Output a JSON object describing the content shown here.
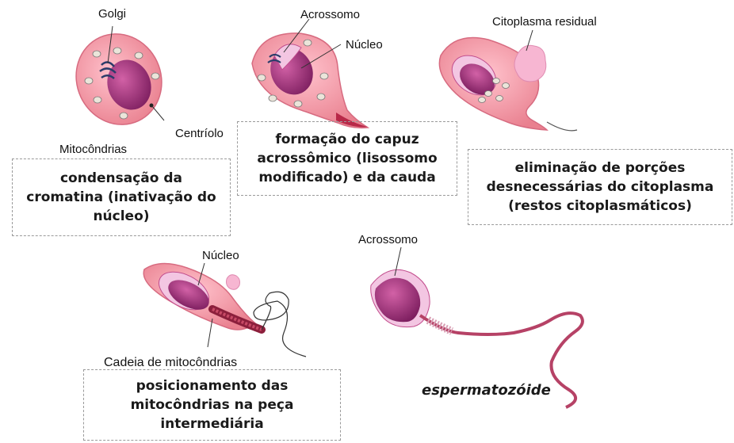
{
  "labels": {
    "golgi": "Golgi",
    "acrossomo_1": "Acrossomo",
    "nucleo_1": "Núcleo",
    "citoplasma_residual": "Citoplasma residual",
    "centriolo": "Centríolo",
    "mitocondrias": "Mitocôndrias",
    "nucleo_2": "Núcleo",
    "acrossomo_2": "Acrossomo",
    "cadeia_mitocondrias": "Cadeia de mitocôndrias"
  },
  "captions": {
    "stage1": "condensação da\ncromatina (inativação do\nnúcleo)",
    "stage2": "formação do capuz\nacrossômico (lisossomo\nmodificado) e da cauda",
    "stage3": "eliminação de porções\ndesnecessárias do citoplasma\n(restos citoplasmáticos)",
    "stage4": "posicionamento das\nmitocôndrias na peça\nintermediária"
  },
  "final_label": "espermatozóide",
  "colors": {
    "cytoplasm": "#f09aa8",
    "cytoplasm_edge": "#d96d82",
    "nucleus": "#a8367f",
    "nucleus_dark": "#7e1f60",
    "acrosome": "#f3c6e2",
    "tail": "#b22a4a",
    "mitochondria": "#e8e3d9"
  }
}
